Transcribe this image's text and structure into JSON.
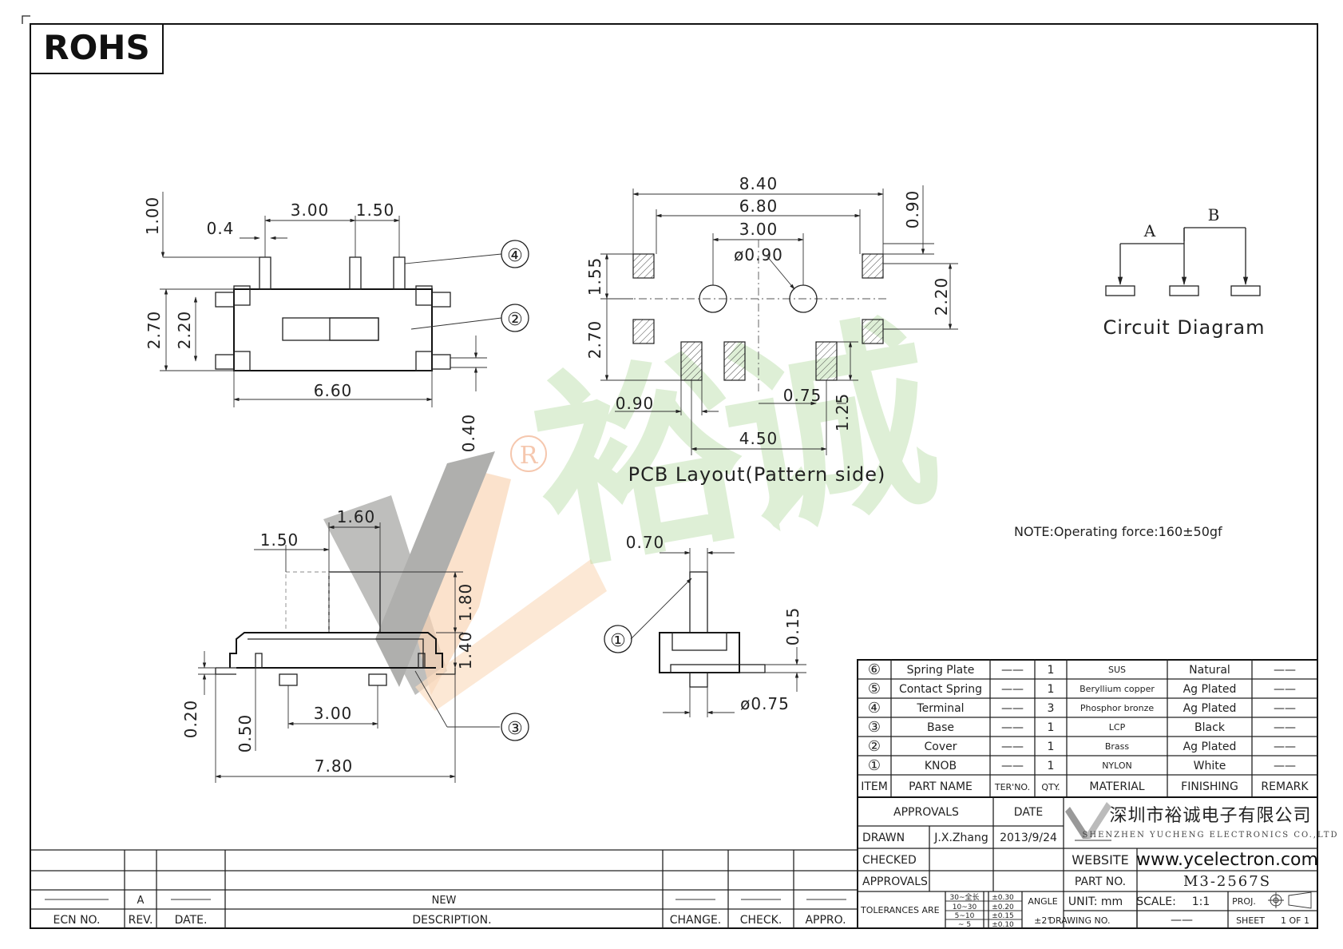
{
  "badge": {
    "label": "ROHS"
  },
  "watermark": {
    "registered": "R",
    "chinese": "裕诚"
  },
  "views": {
    "front_dims": [
      "1.00",
      "0.4",
      "3.00",
      "1.50",
      "2.70",
      "2.20",
      "6.60",
      "0.40"
    ],
    "pcb_dims": [
      "8.40",
      "6.80",
      "3.00",
      "0.90",
      "ø0.90",
      "1.55",
      "2.20",
      "2.70",
      "0.90",
      "0.75",
      "1.25",
      "4.50"
    ],
    "pcb_caption": "PCB Layout(Pattern side)",
    "side_dims": [
      "1.60",
      "1.50",
      "1.80",
      "1.40",
      "0.20",
      "0.50",
      "3.00",
      "7.80"
    ],
    "knob_dims": [
      "0.70",
      "0.15",
      "ø0.75"
    ],
    "callouts": [
      "①",
      "②",
      "③",
      "④"
    ],
    "circuit": {
      "label_a": "A",
      "label_b": "B",
      "caption": "Circuit Diagram"
    },
    "note": "NOTE:Operating force:160±50gf"
  },
  "bom": {
    "rows": [
      {
        "item": "⑥",
        "part": "Spring Plate",
        "ter": "——",
        "qty": "1",
        "material": "SUS",
        "finish": "Natural",
        "remark": "——"
      },
      {
        "item": "⑤",
        "part": "Contact Spring",
        "ter": "——",
        "qty": "1",
        "material": "Beryllium copper",
        "finish": "Ag Plated",
        "remark": "——"
      },
      {
        "item": "④",
        "part": "Terminal",
        "ter": "——",
        "qty": "3",
        "material": "Phosphor bronze",
        "finish": "Ag Plated",
        "remark": "——"
      },
      {
        "item": "③",
        "part": "Base",
        "ter": "——",
        "qty": "1",
        "material": "LCP",
        "finish": "Black",
        "remark": "——"
      },
      {
        "item": "②",
        "part": "Cover",
        "ter": "——",
        "qty": "1",
        "material": "Brass",
        "finish": "Ag Plated",
        "remark": "——"
      },
      {
        "item": "①",
        "part": "KNOB",
        "ter": "——",
        "qty": "1",
        "material": "NYLON",
        "finish": "White",
        "remark": "——"
      }
    ],
    "headers": {
      "item": "ITEM",
      "part": "PART NAME",
      "ter": "TER'NO.",
      "qty": "QTY.",
      "material": "MATERIAL",
      "finish": "FINISHING",
      "remark": "REMARK"
    }
  },
  "titleblock": {
    "approvals": "APPROVALS",
    "date_label": "DATE",
    "company_cn": "深圳市裕诚电子有限公司",
    "company_en": "SHENZHEN YUCHENG ELECTRONICS CO.,LTD",
    "drawn_label": "DRAWN",
    "drawn_by": "J.X.Zhang",
    "drawn_date": "2013/9/24",
    "checked_label": "CHECKED",
    "approvals_label": "APPROVALS",
    "website_label": "WEBSITE",
    "website": "www.ycelectron.com",
    "partno_label": "PART NO.",
    "partno": "M3-2567S",
    "tolerances_label": "TOLERANCES ARE",
    "tol_ranges": [
      "30~全长",
      "10~30",
      "5~10",
      "~ 5"
    ],
    "tol_values": [
      "±0.30",
      "±0.20",
      "±0.15",
      "±0.10"
    ],
    "angle_label": "ANGLE",
    "angle_value": "±2°",
    "unit": "UNIT: mm",
    "scale_label": "SCALE:",
    "scale_value": "1:1",
    "proj_label": "PROJ.",
    "drawing_no_label": "DRAWING NO.",
    "drawing_no": "——",
    "sheet": "SHEET",
    "sheet_value": "1 OF 1"
  },
  "revision": {
    "rev_value": "A",
    "new_label": "NEW",
    "headers": [
      "ECN NO.",
      "REV.",
      "DATE.",
      "DESCRIPTION.",
      "CHANGE.",
      "CHECK.",
      "APPRO."
    ]
  }
}
